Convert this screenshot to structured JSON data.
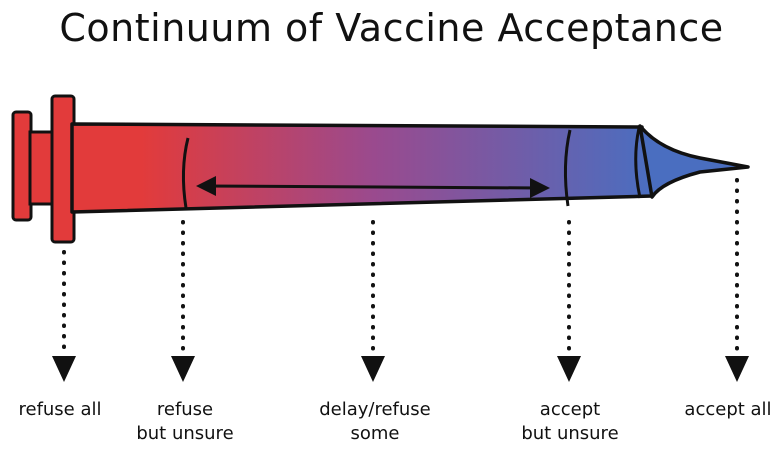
{
  "title": "Continuum of Vaccine Acceptance",
  "colors": {
    "left": "#e23b3b",
    "middle": "#9a4a8e",
    "right": "#4a6ec0",
    "ink": "#111111"
  },
  "labels": [
    {
      "lines": [
        "refuse all"
      ]
    },
    {
      "lines": [
        "refuse",
        "but unsure"
      ]
    },
    {
      "lines": [
        "delay/refuse",
        "some"
      ]
    },
    {
      "lines": [
        "accept",
        "but unsure"
      ]
    },
    {
      "lines": [
        "accept all"
      ]
    }
  ]
}
